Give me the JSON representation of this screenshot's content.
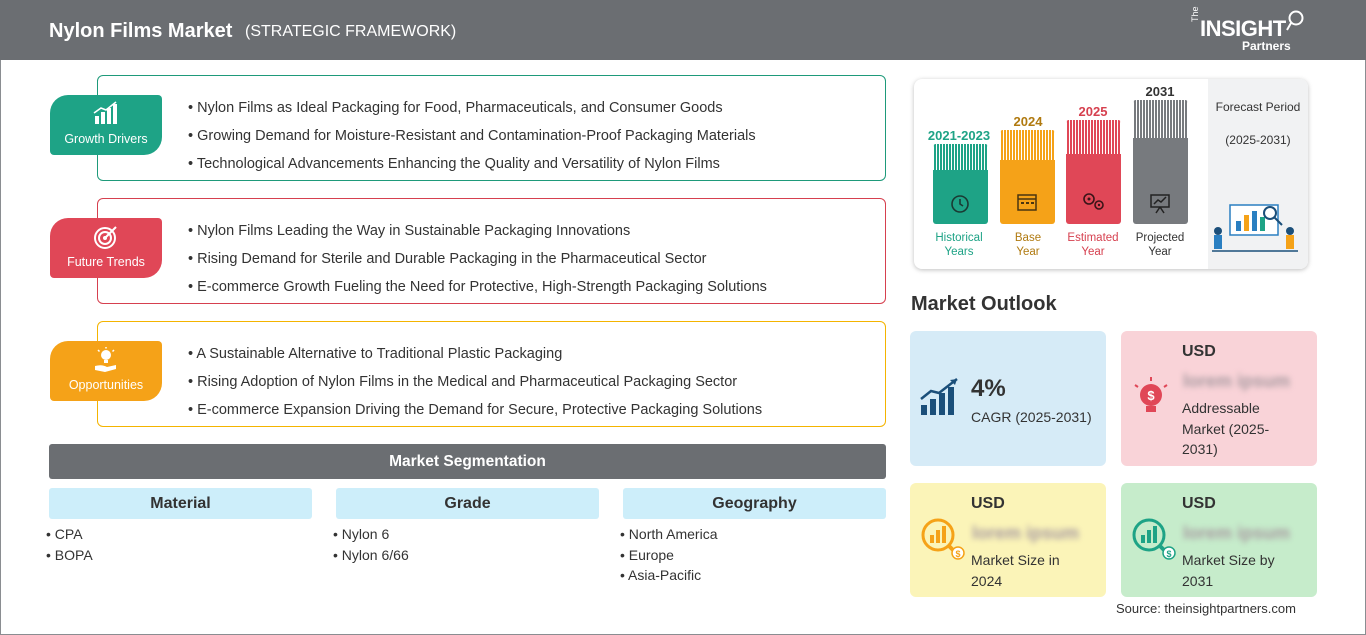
{
  "header": {
    "title": "Nylon Films Market",
    "subtitle": "(STRATEGIC FRAMEWORK)"
  },
  "logo": {
    "the": "The",
    "insight": "INSIGHT",
    "partners": "Partners"
  },
  "framework": [
    {
      "label": "Growth Drivers",
      "color": "#1ea386",
      "icon": "growth-chart-icon",
      "items": [
        "Nylon Films as Ideal Packaging for Food, Pharmaceuticals, and Consumer Goods",
        "Growing Demand for Moisture-Resistant and Contamination-Proof Packaging Materials",
        "Technological Advancements Enhancing the Quality and Versatility of Nylon Films"
      ]
    },
    {
      "label": "Future Trends",
      "color": "#e04757",
      "icon": "target-icon",
      "items": [
        "Nylon Films Leading the Way in Sustainable Packaging Innovations",
        "Rising Demand for Sterile and Durable Packaging in the Pharmaceutical Sector",
        "E-commerce Growth Fueling the Need for Protective, High-Strength Packaging Solutions"
      ]
    },
    {
      "label": "Opportunities",
      "color": "#f5a218",
      "icon": "lightbulb-hand-icon",
      "items": [
        "A Sustainable Alternative to Traditional Plastic Packaging",
        "Rising Adoption of Nylon Films in the Medical and Pharmaceutical Packaging Sector",
        "E-commerce Expansion Driving the Demand for Secure, Protective Packaging Solutions"
      ]
    }
  ],
  "segmentation": {
    "title": "Market Segmentation",
    "columns": [
      {
        "title": "Material",
        "items": [
          "CPA",
          "BOPA"
        ]
      },
      {
        "title": "Grade",
        "items": [
          "Nylon 6",
          "Nylon 6/66"
        ]
      },
      {
        "title": "Geography",
        "items": [
          "North America",
          "Europe",
          "Asia-Pacific"
        ]
      }
    ]
  },
  "timeline": {
    "periods": [
      {
        "year": "2021-2023",
        "label1": "Historical",
        "label2": "Years",
        "color": "#1ea386",
        "icon": "history-icon"
      },
      {
        "year": "2024",
        "label1": "Base",
        "label2": "Year",
        "color": "#f5a218",
        "icon": "calendar-icon"
      },
      {
        "year": "2025",
        "label1": "Estimated",
        "label2": "Year",
        "color": "#e04757",
        "icon": "gears-icon"
      },
      {
        "year": "2031",
        "label1": "Projected",
        "label2": "Year",
        "color": "#777a7e",
        "icon": "presentation-icon"
      }
    ],
    "forecast_title": "Forecast Period",
    "forecast_range": "(2025-2031)"
  },
  "outlook": {
    "title": "Market Outlook",
    "cagr": {
      "value": "4%",
      "label": "CAGR (2025-2031)"
    },
    "addressable": {
      "currency": "USD",
      "value": "lorem ipsum",
      "label": "Addressable Market (2025-2031)"
    },
    "size_2024": {
      "currency": "USD",
      "value": "lorem ipsum",
      "label": "Market Size in 2024"
    },
    "size_2031": {
      "currency": "USD",
      "value": "lorem ipsum",
      "label": "Market Size by 2031"
    }
  },
  "source": "Source: theinsightpartners.com"
}
